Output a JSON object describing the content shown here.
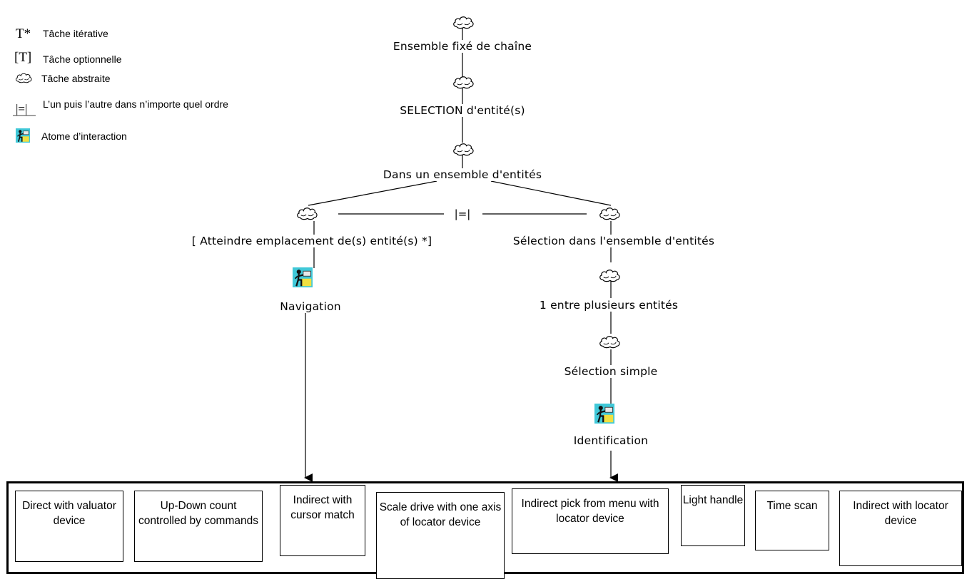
{
  "legend": [
    {
      "symbol": "T*",
      "text": "Tâche itérative"
    },
    {
      "symbol": "[T]",
      "text": "Tâche optionnelle"
    },
    {
      "symbol": "cloud-icon",
      "text": "Tâche abstraite"
    },
    {
      "symbol": "|=|",
      "text": "L’un puis l’autre dans n’importe quel ordre"
    },
    {
      "symbol": "interaction-atom-icon",
      "text": "Atome d’interaction"
    }
  ],
  "tree": {
    "root": "Ensemble fixé de chaîne",
    "selection": "SELECTION d'entité(s)",
    "set": "Dans un ensemble d'entités",
    "operator": "|=|",
    "left": "[ Atteindre emplacement de(s) entité(s) *]",
    "right": "Sélection dans l'ensemble d'entités",
    "navigation": "Navigation",
    "one_among": "1 entre plusieurs entités",
    "simple": "Sélection simple",
    "identification": "Identification"
  },
  "techniques": [
    "Direct with valuator device",
    "Up-Down count controlled by commands",
    "Indirect with cursor match",
    "Scale drive with one axis of locator device",
    "Indirect pick from menu with locator device",
    "Light handle",
    "Time scan",
    "Indirect with locator device"
  ],
  "colors": {
    "line": "#000000",
    "atom_bg": "#40c8d8",
    "atom_yellow": "#f0e040"
  }
}
